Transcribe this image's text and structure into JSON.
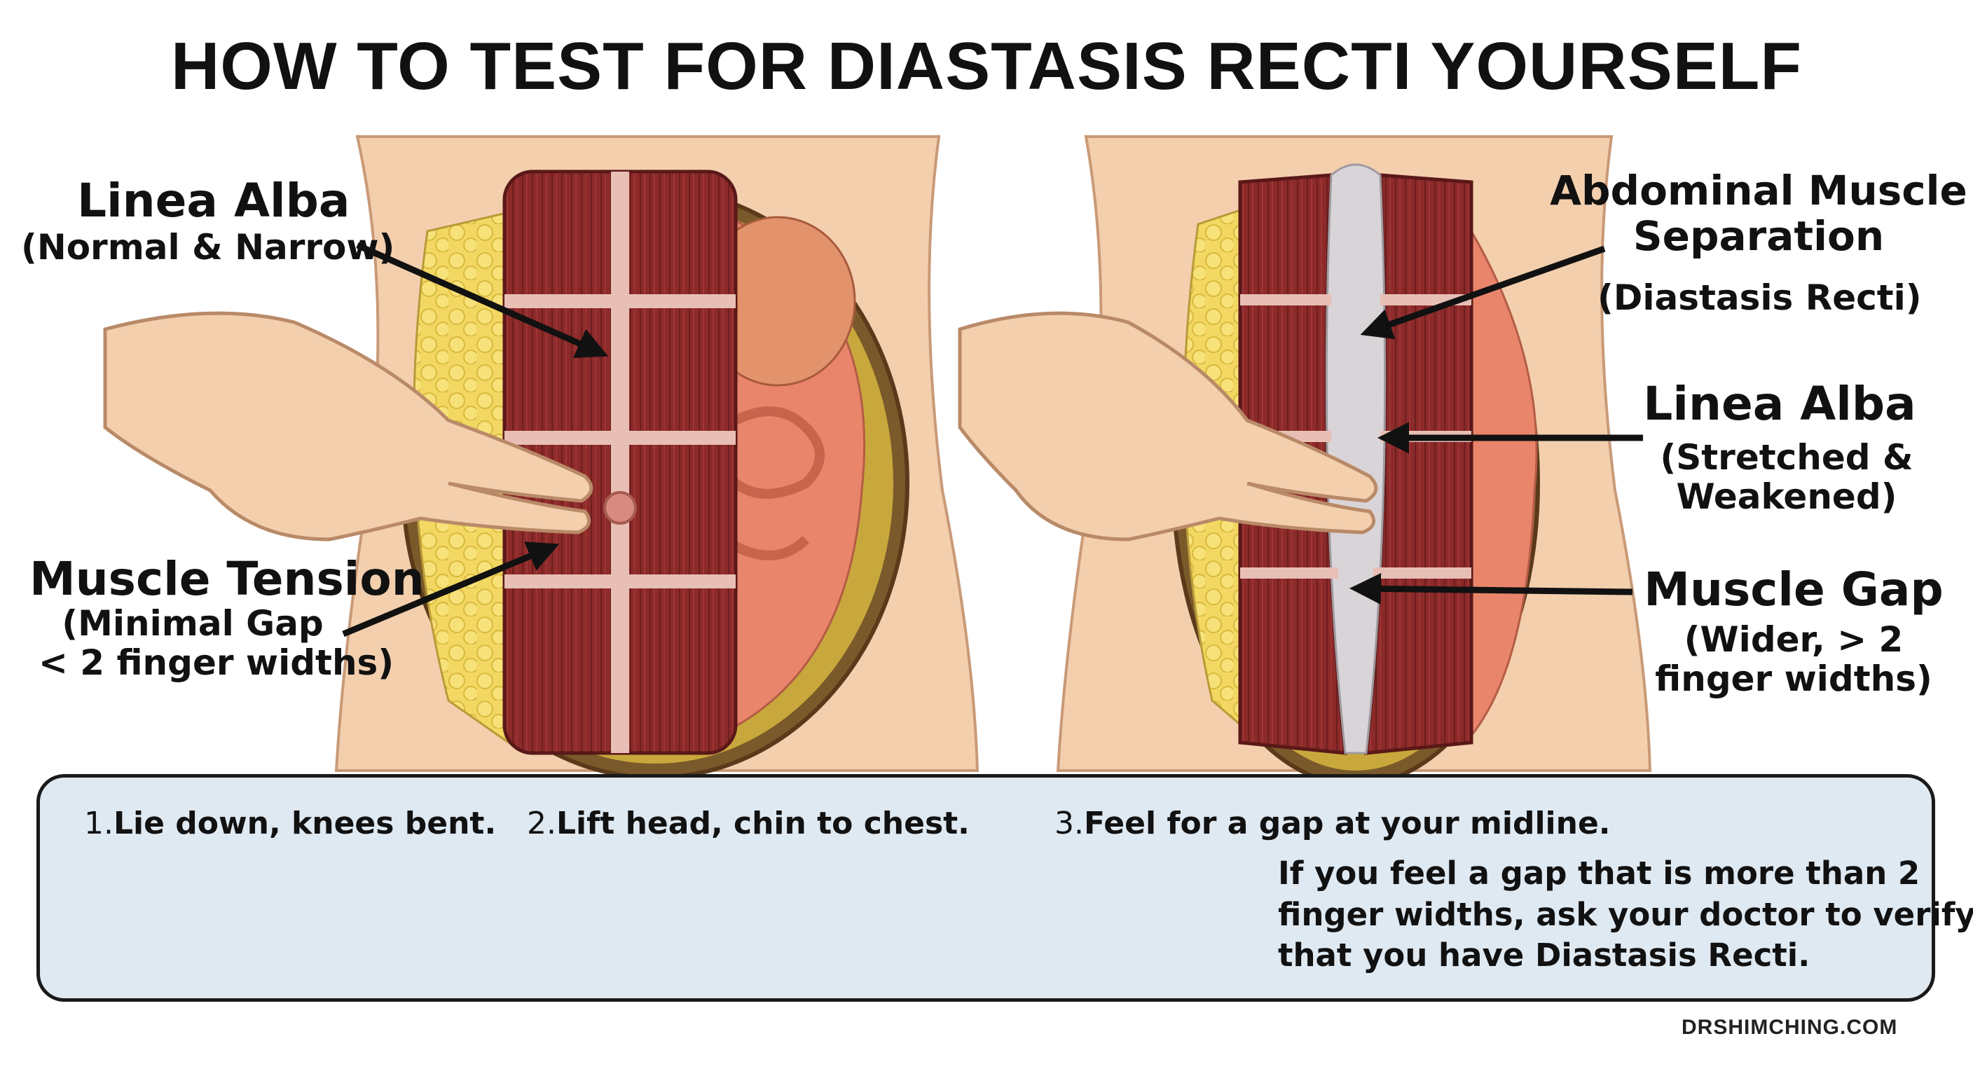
{
  "title": "HOW TO TEST FOR DIASTASIS RECTI YOURSELF",
  "left_panel": {
    "linea_alba_title": "Linea Alba",
    "linea_alba_sub": "(Normal & Narrow)",
    "tension_title": "Muscle Tension",
    "tension_line1": "(Minimal Gap",
    "tension_line2": "< 2 finger widths)"
  },
  "right_panel": {
    "separation_line1": "Abdominal Muscle",
    "separation_line2": "Separation",
    "separation_sub": "(Diastasis Recti)",
    "linea_alba_title": "Linea Alba",
    "linea_alba_line1": "(Stretched &",
    "linea_alba_line2": "Weakened)",
    "gap_title": "Muscle Gap",
    "gap_line1": "(Wider, > 2",
    "gap_line2": "finger widths)"
  },
  "steps": [
    {
      "num": "1.",
      "text": "Lie down, knees bent."
    },
    {
      "num": "2.",
      "text": "Lift head, chin to chest."
    },
    {
      "num": "3.",
      "text": "Feel for a gap at your midline."
    }
  ],
  "note_lines": [
    "If you feel a gap that is more than 2",
    "finger widths, ask your doctor to verify",
    "that you have Diastasis Recti."
  ],
  "website": "DRSHIMCHING.COM",
  "colors": {
    "skin": "#f3cfae",
    "muscle": "#8c2a2a",
    "fat": "#f2d862",
    "panel_bg": "#dfe9f2",
    "linea": "#e8bfb5",
    "gap": "#d9d4d8"
  }
}
